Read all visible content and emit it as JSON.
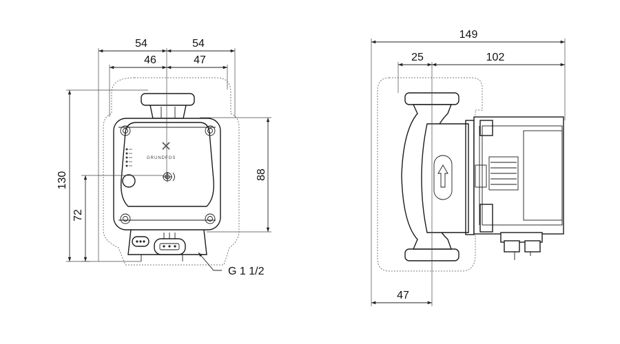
{
  "front_view": {
    "dim_width_left_outer": "54",
    "dim_width_right_outer": "54",
    "dim_width_left_inner": "46",
    "dim_width_right_inner": "47",
    "dim_height_total": "130",
    "dim_height_axis": "72",
    "dim_height_right": "88",
    "thread_label": "G 1 1/2",
    "brand_text": "GRUNDFOS"
  },
  "side_view": {
    "dim_total_length": "149",
    "dim_left_offset": "25",
    "dim_motor_length": "102",
    "dim_bottom_offset": "47"
  }
}
